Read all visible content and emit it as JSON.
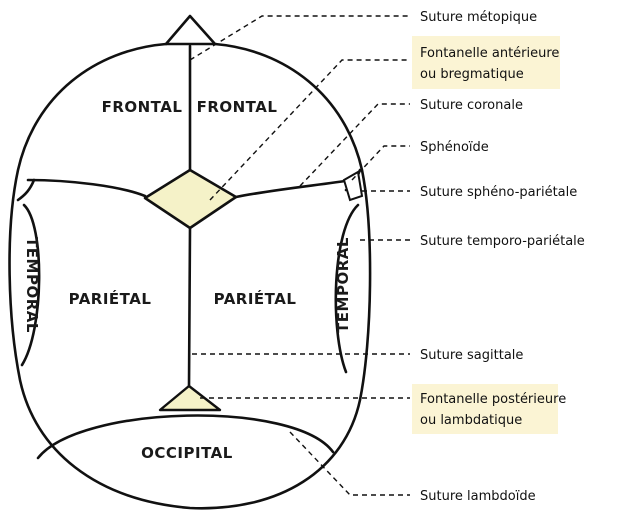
{
  "bones": {
    "frontal_left": "FRONTAL",
    "frontal_right": "FRONTAL",
    "parietal_left": "PARIÉTAL",
    "parietal_right": "PARIÉTAL",
    "temporal_left": "TEMPORAL",
    "temporal_right": "TEMPORAL",
    "occipital": "OCCIPITAL"
  },
  "callouts": {
    "metopic": "Suture métopique",
    "anterior_fontanelle_1": "Fontanelle antérieure",
    "anterior_fontanelle_2": "ou bregmatique",
    "coronal": "Suture coronale",
    "sphenoid": "Sphénoïde",
    "spheno_parietal": "Suture sphéno-pariétale",
    "temporo_parietal": "Suture temporo-pariétale",
    "sagittal": "Suture sagittale",
    "posterior_fontanelle_1": "Fontanelle postérieure",
    "posterior_fontanelle_2": "ou lambdatique",
    "lambdoid": "Suture lambdoïde"
  },
  "colors": {
    "line": "#111111",
    "fontanelle_fill": "#f5f2c8",
    "highlight_box": "#fbf4d4"
  }
}
